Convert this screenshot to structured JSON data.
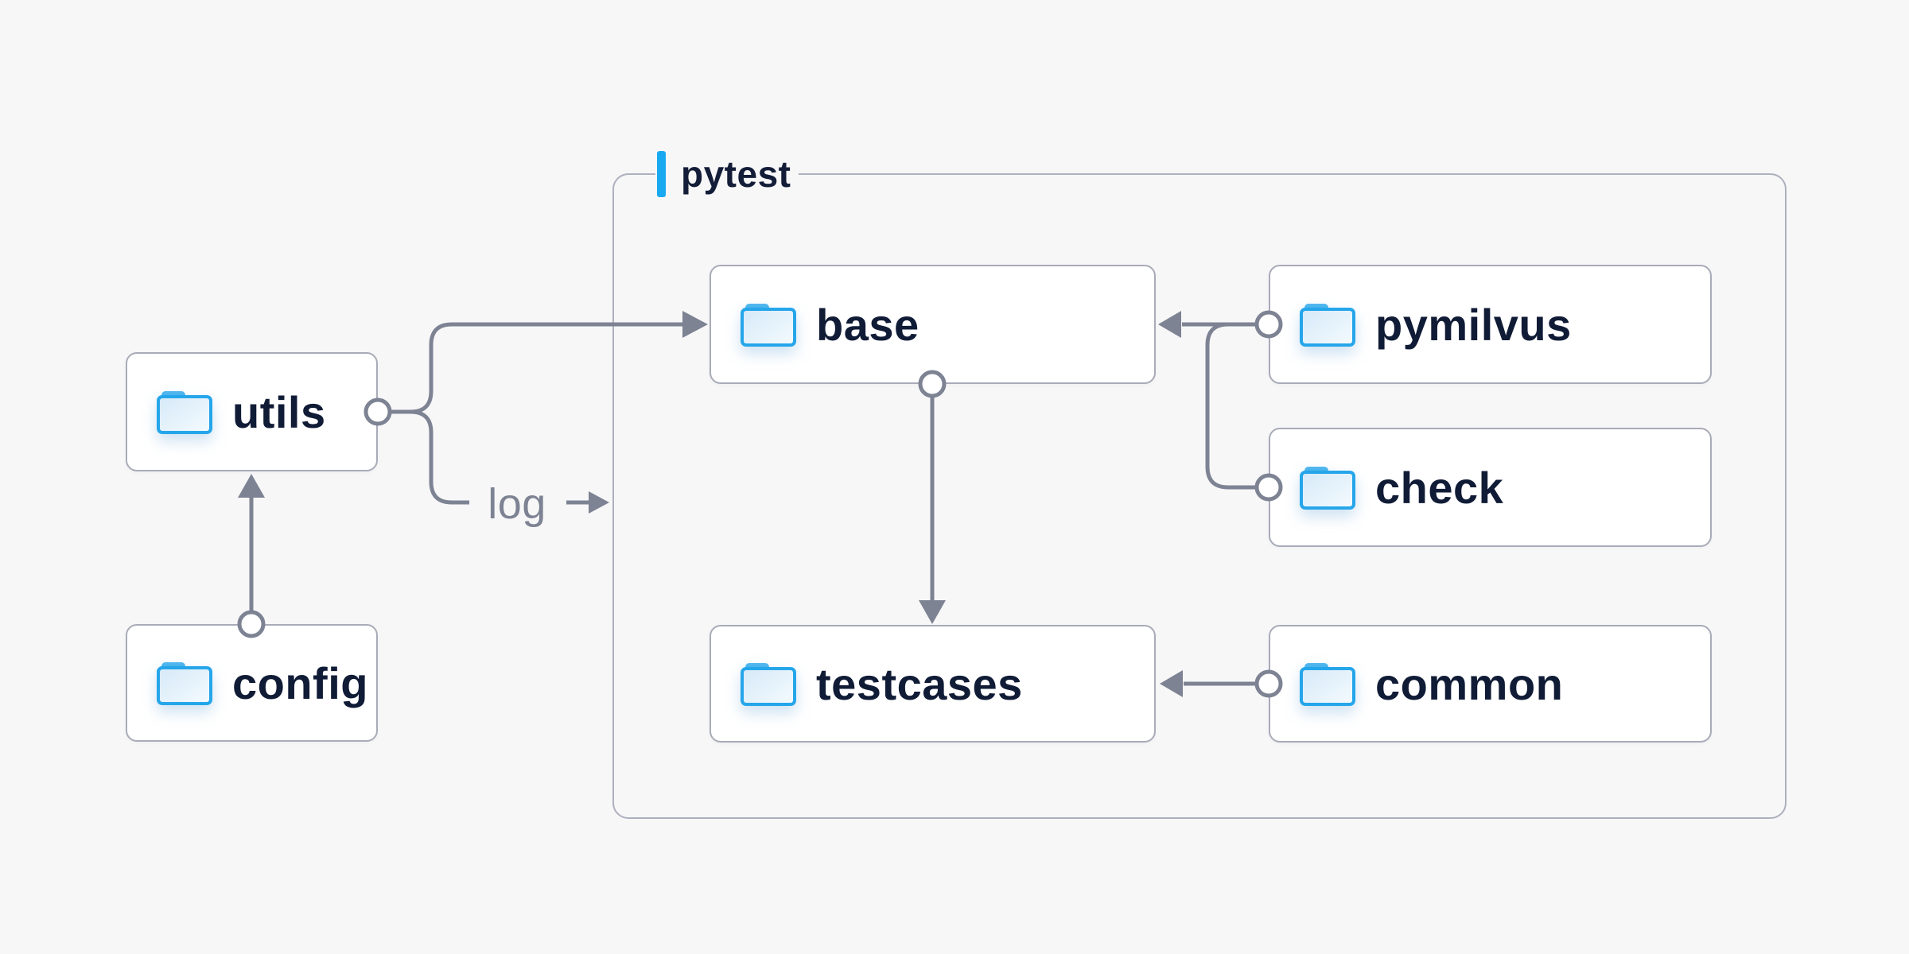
{
  "diagram": {
    "container": {
      "label": "pytest"
    },
    "nodes": [
      {
        "id": "utils",
        "label": "utils"
      },
      {
        "id": "config",
        "label": "config"
      },
      {
        "id": "base",
        "label": "base"
      },
      {
        "id": "pymilvus",
        "label": "pymilvus"
      },
      {
        "id": "check",
        "label": "check"
      },
      {
        "id": "testcases",
        "label": "testcases"
      },
      {
        "id": "common",
        "label": "common"
      }
    ],
    "edge_labels": {
      "log": "log"
    },
    "edges": [
      {
        "from": "utils",
        "to": "base",
        "style": "elbow-arrow"
      },
      {
        "from": "utils",
        "to": "pytest",
        "style": "elbow-arrow",
        "label": "log"
      },
      {
        "from": "config",
        "to": "utils",
        "style": "straight-arrow"
      },
      {
        "from": "base",
        "to": "testcases",
        "style": "straight-arrow"
      },
      {
        "from": "pymilvus",
        "to": "base",
        "style": "straight-arrow"
      },
      {
        "from": "check",
        "to": "base",
        "style": "elbow-arrow"
      },
      {
        "from": "common",
        "to": "testcases",
        "style": "straight-arrow"
      }
    ],
    "icons": {
      "folder": "folder-icon"
    },
    "colors": {
      "background": "#f7f7f8",
      "node_background": "#ffffff",
      "node_border": "#a9abb8",
      "container_border": "#aeb0bd",
      "connector": "#7d8393",
      "accent_blue": "#18a9f1",
      "folder_blue": "#26a6ea",
      "text_dark": "#101b36",
      "text_gray": "#7d8393"
    }
  }
}
